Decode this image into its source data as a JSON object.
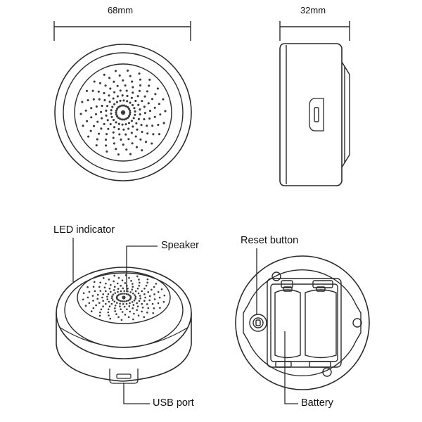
{
  "dimensions": {
    "width_label": "68mm",
    "depth_label": "32mm"
  },
  "callouts": {
    "led_indicator": "LED indicator",
    "speaker": "Speaker",
    "reset_button": "Reset button",
    "usb_port": "USB port",
    "battery": "Battery"
  },
  "colors": {
    "line": "#2a2a2a",
    "dots": "#3a3a3a",
    "background": "#ffffff"
  }
}
